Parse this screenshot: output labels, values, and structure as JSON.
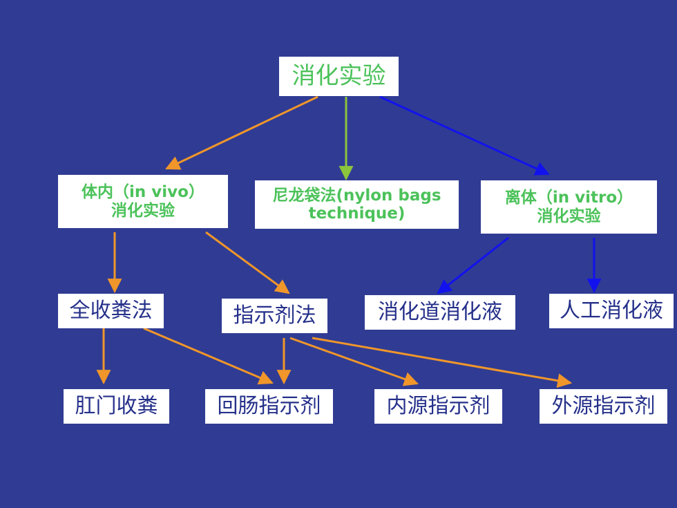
{
  "nodes": {
    "root": "消化实验",
    "in_vivo": {
      "line1": "体内（in vivo）",
      "line2": "消化实验"
    },
    "nylon_bags": {
      "line1": "尼龙袋法(nylon bags",
      "line2": "technique)"
    },
    "in_vitro": {
      "line1": "离体（in vitro）",
      "line2": "消化实验"
    },
    "total_collection": "全收粪法",
    "indicator": "指示剂法",
    "digestive_juice": "消化道消化液",
    "artificial_juice": "人工消化液",
    "anal_collection": "肛门收粪",
    "ileal_indicator": "回肠指示剂",
    "internal_indicator": "内源指示剂",
    "external_indicator": "外源指示剂"
  },
  "colors": {
    "background": "#303c93",
    "green_text": "#4cc25a",
    "blue_text": "#25308a",
    "orange_arrow": "#f0962a",
    "green_arrow": "#8cc43c",
    "blue_arrow": "#1212ee"
  }
}
